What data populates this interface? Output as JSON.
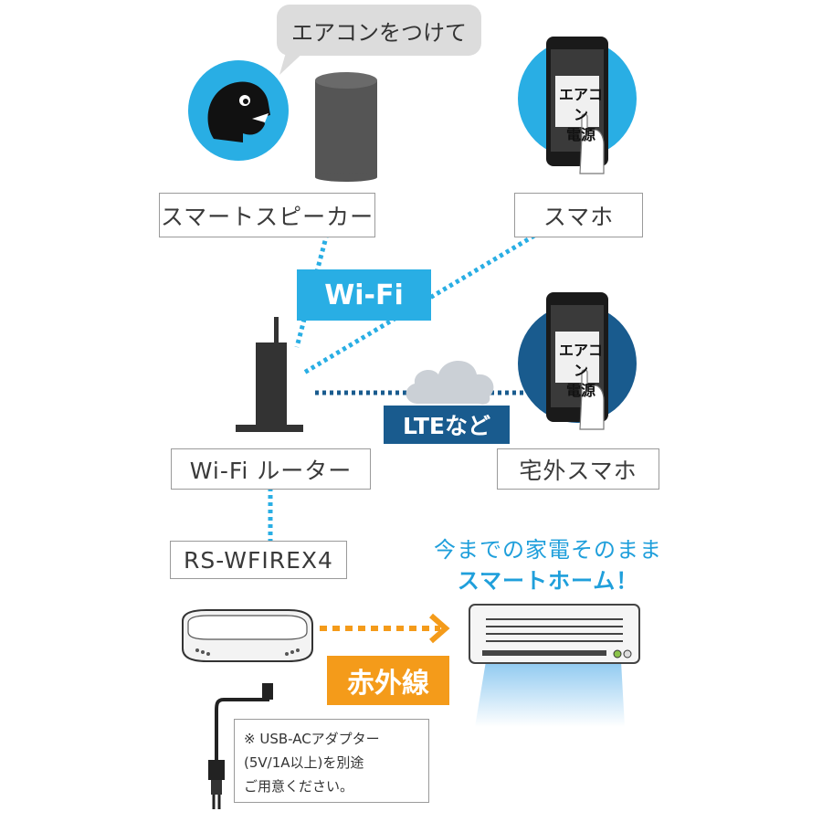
{
  "speech_bubble": "エアコンをつけて",
  "labels": {
    "smart_speaker": "スマートスピーカー",
    "smartphone": "スマホ",
    "router": "Wi-Fi ルーター",
    "device": "RS-WFIREX4",
    "outdoor_phone": "宅外スマホ"
  },
  "badges": {
    "wifi": "Wi-Fi",
    "lte": "LTEなど",
    "infrared": "赤外線"
  },
  "phone_screen": {
    "line1": "エアコン",
    "line2": "電源"
  },
  "tagline": {
    "line1": "今までの家電そのまま",
    "line2": "スマートホーム！"
  },
  "note": {
    "line1": "※ USB-ACアダプター",
    "line2": "(5V/1A以上)を別途",
    "line3": "ご用意ください。"
  },
  "colors": {
    "wifi_blue": "#29aee4",
    "lte_navy": "#195b8e",
    "infrared_orange": "#f49b1a"
  }
}
